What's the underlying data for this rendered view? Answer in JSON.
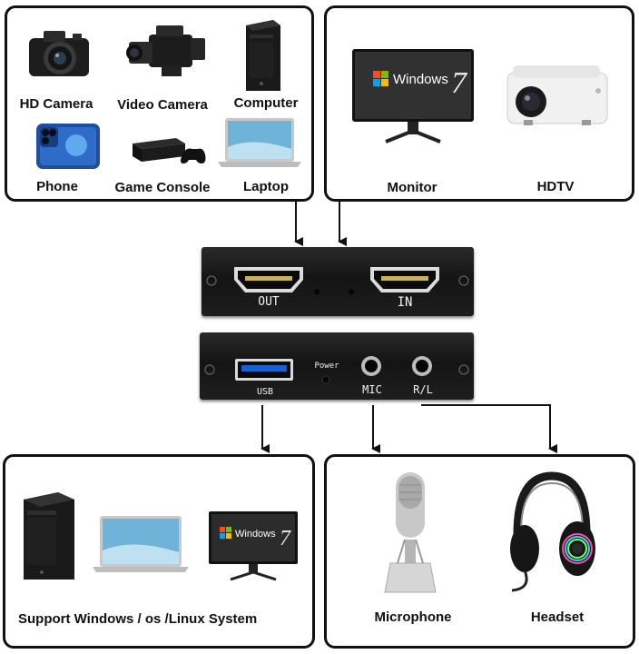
{
  "sources": {
    "items": [
      {
        "label": "HD Camera",
        "icon": "camera-icon"
      },
      {
        "label": "Video Camera",
        "icon": "video-camera-icon"
      },
      {
        "label": "Computer",
        "icon": "computer-tower-icon"
      },
      {
        "label": "Phone",
        "icon": "phone-icon"
      },
      {
        "label": "Game Console",
        "icon": "game-console-icon"
      },
      {
        "label": "Laptop",
        "icon": "laptop-icon"
      }
    ]
  },
  "displays": {
    "items": [
      {
        "label": "Monitor",
        "icon": "monitor-icon"
      },
      {
        "label": "HDTV",
        "icon": "projector-icon"
      }
    ],
    "screen_text": "Windows"
  },
  "device": {
    "top_ports": {
      "out": "OUT",
      "in": "IN"
    },
    "bottom_ports": {
      "usb": "USB",
      "power": "Power",
      "mic": "MIC",
      "rl": "R/L"
    }
  },
  "systems": {
    "caption": "Support Windows / os /Linux System",
    "screen_text": "Windows"
  },
  "audio": {
    "items": [
      {
        "label": "Microphone",
        "icon": "microphone-icon"
      },
      {
        "label": "Headset",
        "icon": "headset-icon"
      }
    ]
  },
  "colors": {
    "outline": "#111111",
    "device_body": "#1b1b1b",
    "laptop_screen": "#6fb3d9",
    "phone_body": "#1f4fa0",
    "usb_blue": "#1a5fd0"
  }
}
